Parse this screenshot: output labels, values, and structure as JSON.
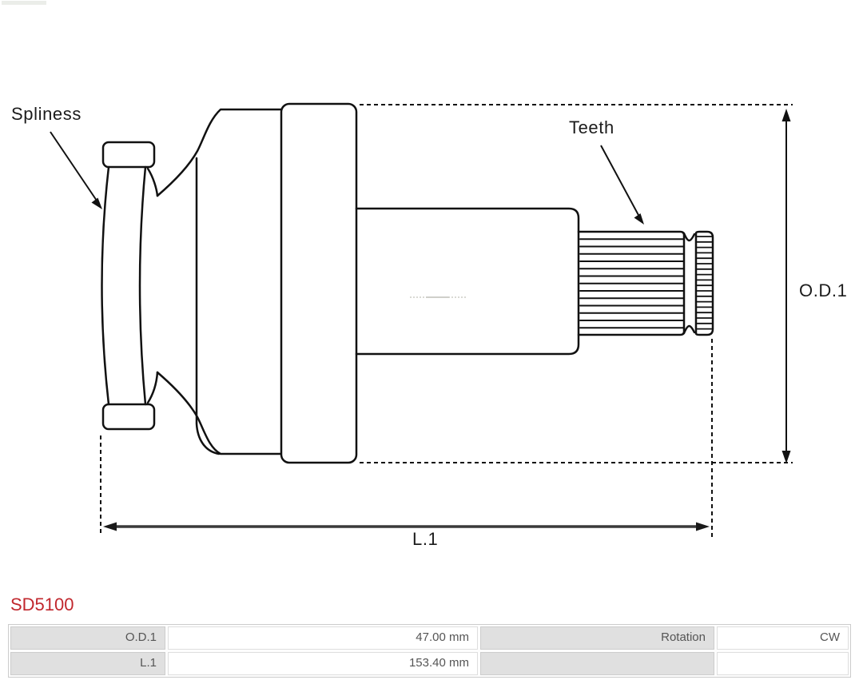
{
  "part": {
    "code": "SD5100"
  },
  "diagram": {
    "callouts": {
      "spliness": "Spliness",
      "teeth": "Teeth"
    },
    "dimensions": {
      "od1": "O.D.1",
      "l1": "L.1"
    }
  },
  "spec_table": {
    "rows": [
      [
        "O.D.1",
        "47.00 mm",
        "Rotation",
        "CW"
      ],
      [
        "L.1",
        "153.40 mm",
        "",
        ""
      ]
    ]
  },
  "colors": {
    "part_code_red": "#c1272d",
    "drawing_line": "#111111",
    "dimension_line": "#3a3a3a",
    "table_label_bg": "#e0e0e0",
    "table_border": "#cccccc",
    "table_text": "#555555"
  }
}
